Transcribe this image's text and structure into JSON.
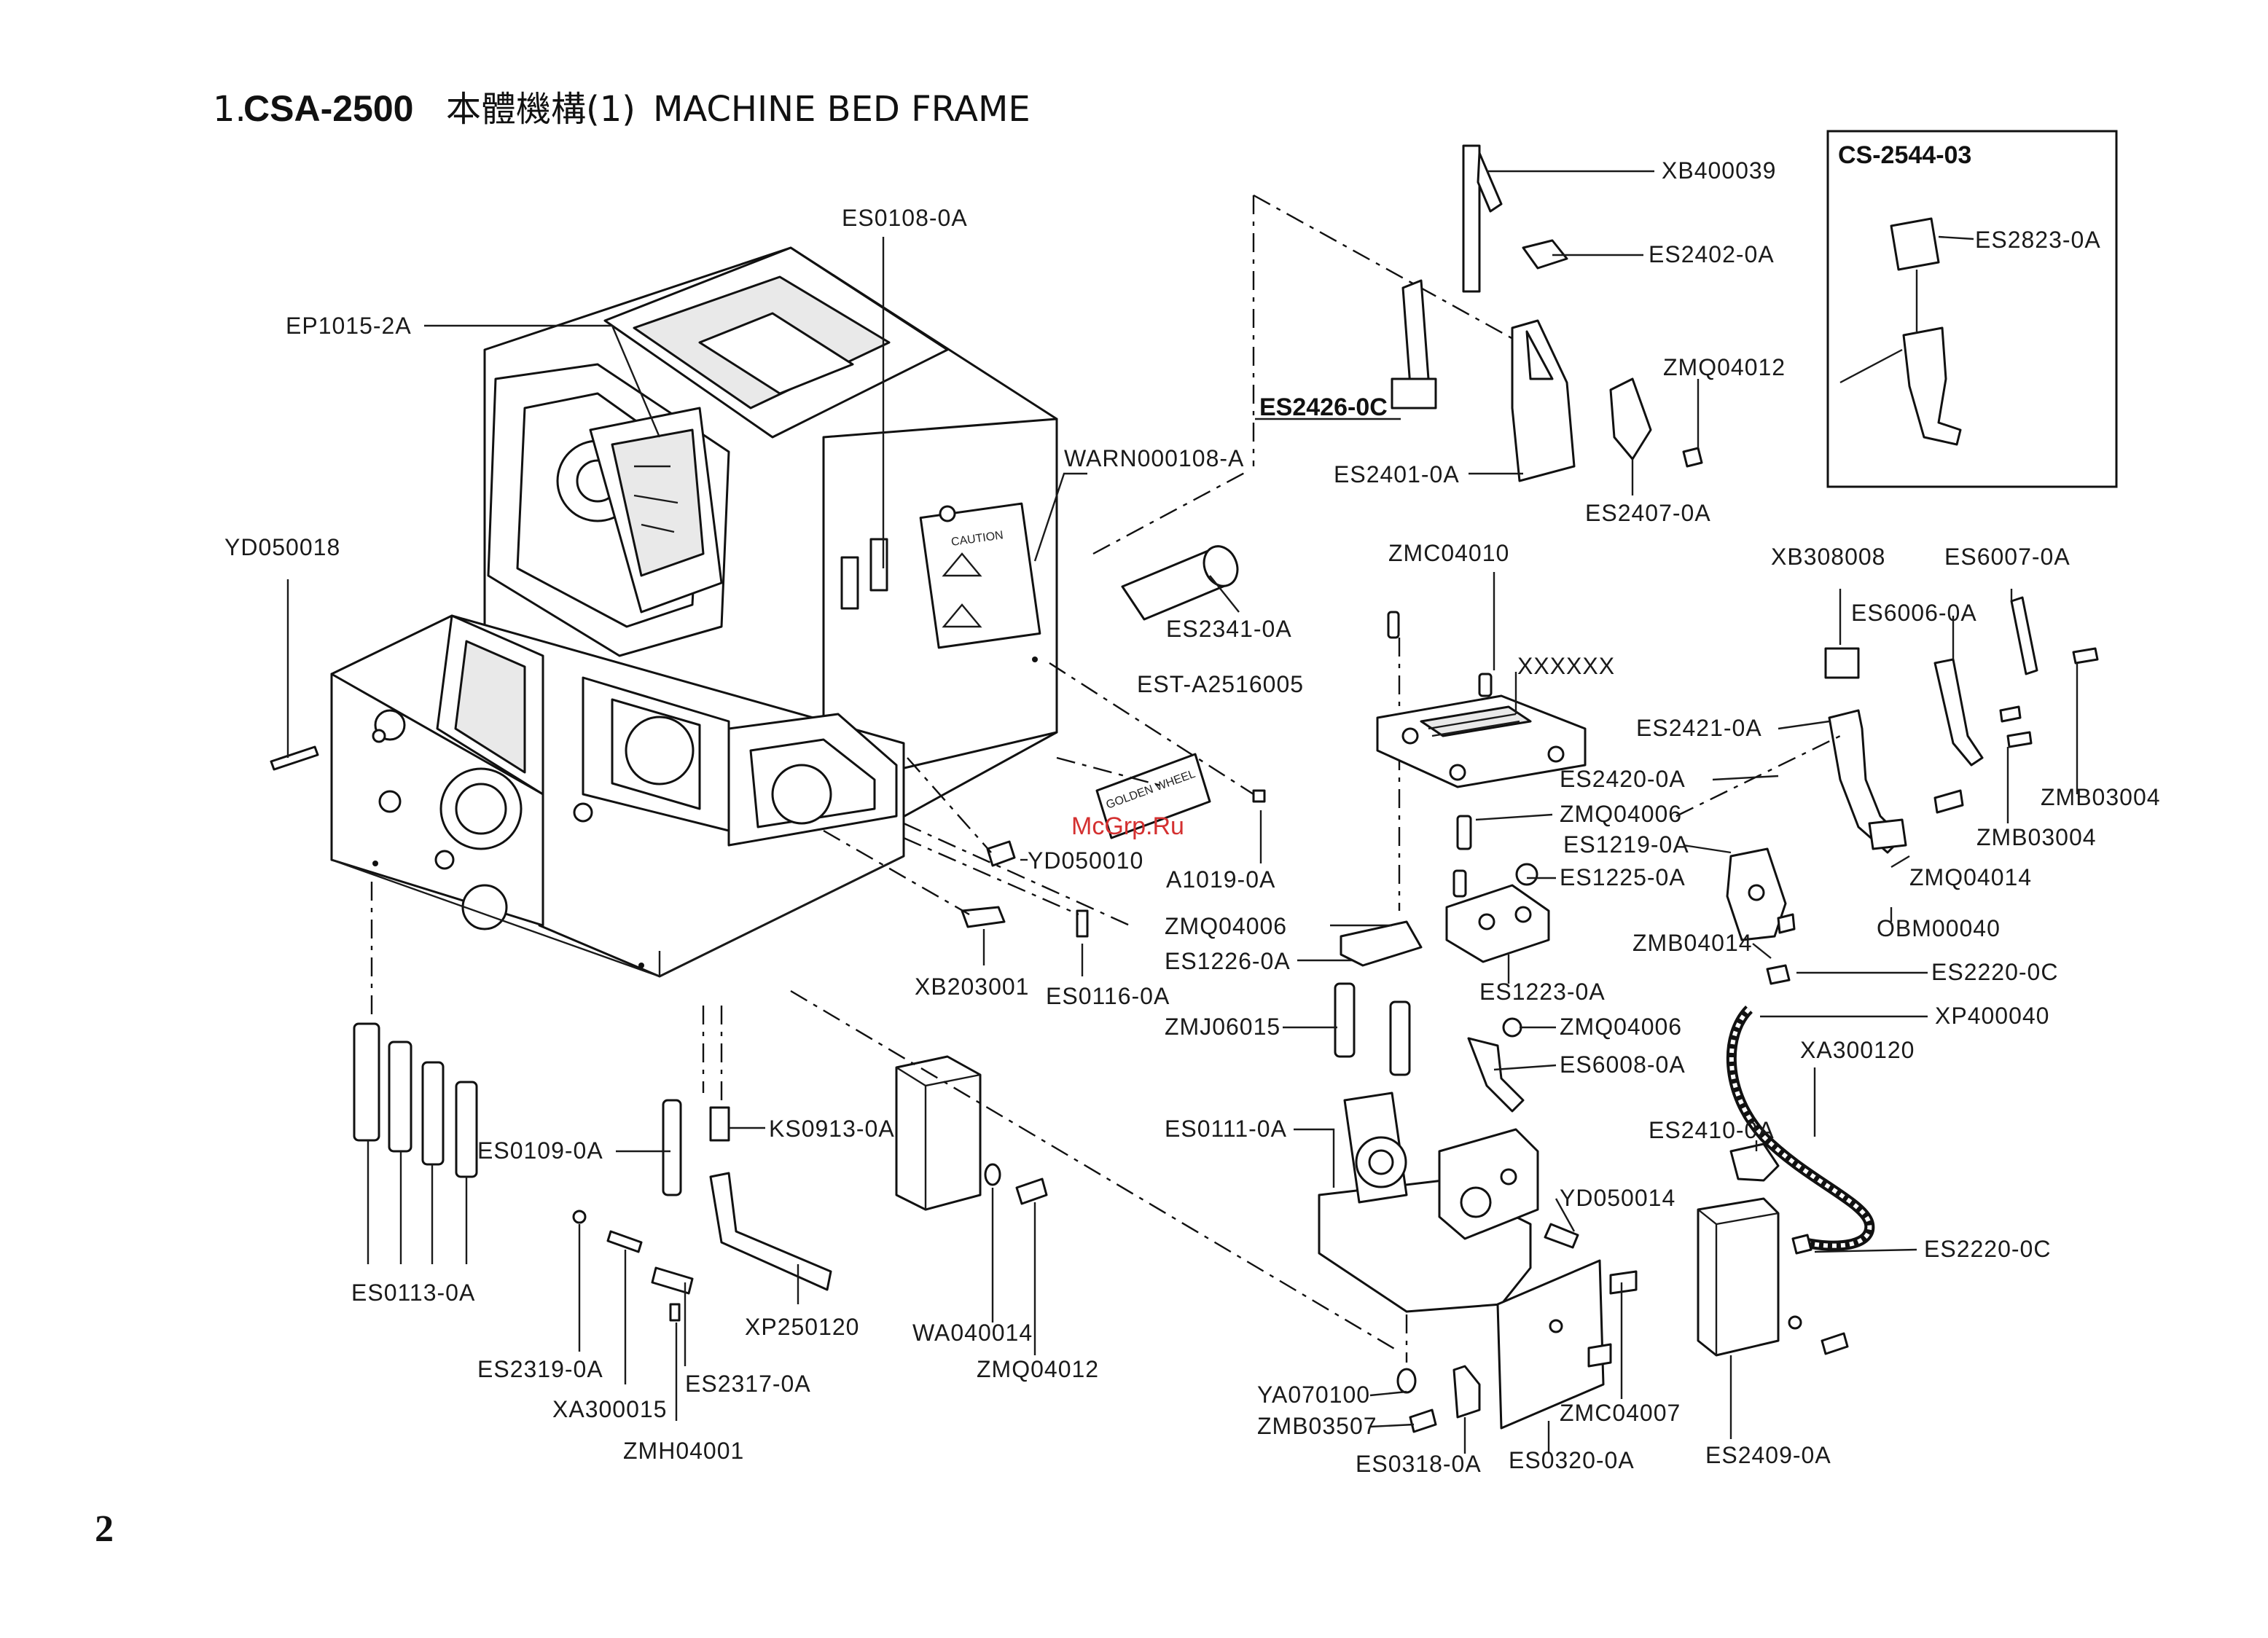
{
  "header": {
    "number": "1.",
    "model": "CSA-2500",
    "chinese": "本體機構(1)",
    "english": "MACHINE BED FRAME"
  },
  "page_number": "2",
  "watermark": "McGrp.Ru",
  "inset": {
    "title": "CS-2544-03",
    "part": "ES2823-0A"
  },
  "part_labels": [
    "EP1015-2A",
    "ES0108-0A",
    "YD050018",
    "WARN000108-A",
    "ES2341-0A",
    "EST-A2516005",
    "YD050010",
    "A1019-0A",
    "XB203001",
    "ES0116-0A",
    "ES0109-0A",
    "KS0913-0A",
    "ES0113-0A",
    "XP250120",
    "WA040014",
    "ZMQ04012",
    "ES2319-0A",
    "XA300015",
    "ES2317-0A",
    "ZMH04001",
    "XB400039",
    "ES2402-0A",
    "ZMQ04012",
    "ES2426-0C",
    "ES2401-0A",
    "ES2407-0A",
    "ZMC04010",
    "XXXXXX",
    "ZMQ04006",
    "ES1225-0A",
    "ZMQ04006",
    "ES1226-0A",
    "ES1223-0A",
    "ZMJ06015",
    "ZMQ04006",
    "ES6008-0A",
    "ES0111-0A",
    "YD050014",
    "YA070100",
    "ZMB03507",
    "ES0318-0A",
    "ES0320-0A",
    "ZMC04007",
    "XB308008",
    "ES6007-0A",
    "ES6006-0A",
    "ES2421-0A",
    "ES2420-0A",
    "ES1219-0A",
    "ZMB03004",
    "ZMB03004",
    "ZMQ04014",
    "OBM00040",
    "ZMB04014",
    "ES2220-0C",
    "XP400040",
    "XA300120",
    "ES2410-0A",
    "ES2220-0C",
    "ES2409-0A"
  ],
  "decal": {
    "caution": "CAUTION",
    "brand_lines": [
      "GOLDEN WHEEL"
    ]
  }
}
